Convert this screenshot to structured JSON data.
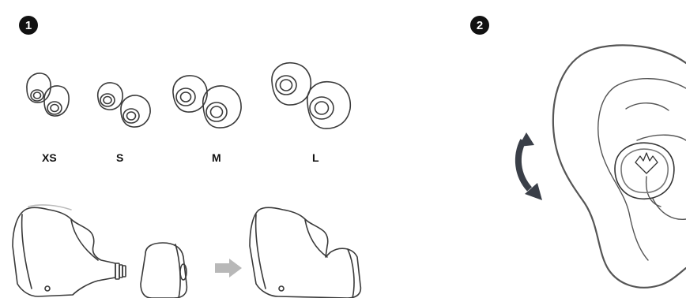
{
  "steps": [
    {
      "number": "1"
    },
    {
      "number": "2"
    }
  ],
  "sizes": [
    {
      "label": "XS"
    },
    {
      "label": "S"
    },
    {
      "label": "M"
    },
    {
      "label": "L"
    }
  ],
  "icons": {
    "rotate_arrow": "curved-double-arrow-icon",
    "insert_arrow": "right-arrow-icon",
    "brand_logo": "crown-logo-icon"
  },
  "colors": {
    "line": "#3a3a3a",
    "ear_outline": "#555555",
    "arrow": "#3a3f48",
    "insert_arrow": "#b8b8b8",
    "badge": "#111111"
  }
}
